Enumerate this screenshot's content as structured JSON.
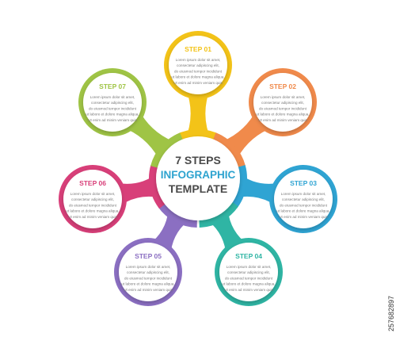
{
  "center": {
    "line1": "7 STEPS",
    "line2": "INFOGRAPHIC",
    "line3": "TEMPLATE",
    "colors": {
      "line1": "#4a4a4a",
      "line2": "#2da3cf",
      "line3": "#4a4a4a"
    }
  },
  "body_lines": [
    "Lorem ipsum dolor sit amet,",
    "consectetur adipiscing elit,",
    "do eiusmod tempor incididunt",
    "ut labore et dolore magna aliqua.",
    "Ut enim ad minim veniam quis"
  ],
  "steps": [
    {
      "id": "step-01",
      "title": "STEP 01",
      "color": "#f3c318"
    },
    {
      "id": "step-02",
      "title": "STEP 02",
      "color": "#f08a4b"
    },
    {
      "id": "step-03",
      "title": "STEP 03",
      "color": "#2fa4d3"
    },
    {
      "id": "step-04",
      "title": "STEP 04",
      "color": "#2fb5a4"
    },
    {
      "id": "step-05",
      "title": "STEP 05",
      "color": "#8b6fc2"
    },
    {
      "id": "step-06",
      "title": "STEP 06",
      "color": "#d83f79"
    },
    {
      "id": "step-07",
      "title": "STEP 07",
      "color": "#9fc445"
    }
  ],
  "stock_id": "257682897",
  "colors": {
    "body_text": "#7a7a7a",
    "circle_fill": "#ffffff"
  }
}
